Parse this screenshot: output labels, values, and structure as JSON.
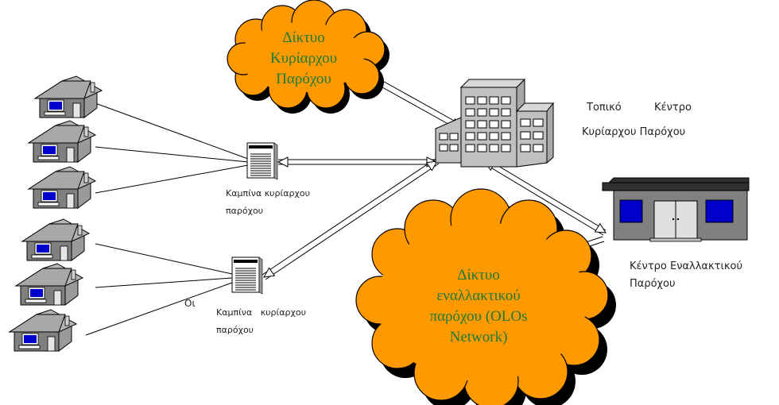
{
  "clouds": {
    "incumbent": {
      "line1": "Δίκτυο",
      "line2": "Κυρίαρχου",
      "line3": "Παρόχου",
      "fill": "#FF9900"
    },
    "alternative": {
      "line1": "Δίκτυο",
      "line2": "εναλλακτικού",
      "line3": "παρόχου (OLOs",
      "line4": "Network)",
      "fill": "#FF9900"
    }
  },
  "labels": {
    "local_center": "Τοπικό          Κέντρο",
    "local_center_2": "Κυρίαρχου Παρόχου",
    "cabinet_top": "Καμπίνα κυρίαρχου",
    "cabinet_top_2": "παρόχου",
    "cabinet_bottom": "Καμπίνα   κυρίαρχου",
    "cabinet_bottom_2": "παρόχου",
    "alt_center": "Κέντρο Εναλλακτικού",
    "alt_center_2": "Παρόχου",
    "stray": "Οι"
  },
  "colors": {
    "cloud": "#FF9900",
    "building": "#C0C0C0",
    "house": "#808080",
    "screen": "#0000CC"
  }
}
